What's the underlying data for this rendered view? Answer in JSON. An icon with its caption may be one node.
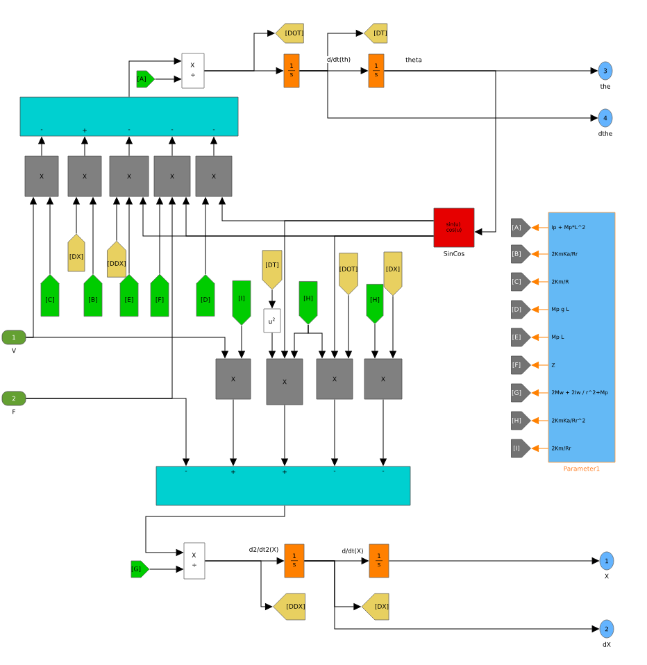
{
  "diagram": {
    "nodes": [
      {
        "text": [
          "-",
          "+",
          "-",
          "-",
          "-"
        ]
      },
      {
        "text": [
          "X",
          "÷"
        ]
      },
      {
        "text": [
          "[A]"
        ]
      },
      {
        "text": [
          "1",
          "s"
        ]
      },
      {
        "text": [
          "[DOT]"
        ]
      },
      {
        "text": [
          "[DT]"
        ]
      },
      {
        "text": [
          "1",
          "s"
        ]
      },
      {
        "text": [
          "3"
        ],
        "beside": [
          "the"
        ]
      },
      {
        "text": [
          "4"
        ],
        "beside": [
          "dthe"
        ]
      },
      {
        "text": [
          "X"
        ]
      },
      {
        "text": [
          "X"
        ]
      },
      {
        "text": [
          "X"
        ]
      },
      {
        "text": [
          "X"
        ]
      },
      {
        "text": [
          "X"
        ]
      },
      {
        "text": [
          "[DX]"
        ]
      },
      {
        "text": [
          "[DDX]"
        ]
      },
      {
        "text": [
          "[C]"
        ]
      },
      {
        "text": [
          "[B]"
        ]
      },
      {
        "text": [
          "[E]"
        ]
      },
      {
        "text": [
          "[F]"
        ]
      },
      {
        "text": [
          "[D]"
        ]
      },
      {
        "text": [
          "sin(u)",
          "cos(u)"
        ],
        "beside": [
          "SinCos"
        ]
      },
      {
        "text": [
          "1"
        ],
        "beside": [
          "V"
        ]
      },
      {
        "text": [
          "2"
        ],
        "beside": [
          "F"
        ]
      },
      {
        "text": [
          "[I]"
        ]
      },
      {
        "text": [
          "[DT]"
        ]
      },
      {
        "text": [
          "u$^{2}$"
        ]
      },
      {
        "text": [
          "[H]"
        ]
      },
      {
        "text": [
          "[DOT]"
        ]
      },
      {
        "text": [
          "[H]"
        ]
      },
      {
        "text": [
          "[DX]"
        ]
      },
      {
        "text": [
          "X"
        ]
      },
      {
        "text": [
          "X"
        ]
      },
      {
        "text": [
          "X"
        ]
      },
      {
        "text": [
          "X"
        ]
      },
      {
        "text": [
          "Ip + Mp*L^2",
          "2KmKa/Rr",
          "2Km/R",
          "Mp g L",
          "Mp L",
          "Z",
          "2Mw + 2Iw / r^2+Mp",
          "2KmKa/Rr^2",
          "2Km/Rr"
        ],
        "beside": [
          "Parameter1"
        ]
      },
      {
        "text": [
          "[A]"
        ]
      },
      {
        "text": [
          "[B]"
        ]
      },
      {
        "text": [
          "[C]"
        ]
      },
      {
        "text": [
          "[D]"
        ]
      },
      {
        "text": [
          "[E]"
        ]
      },
      {
        "text": [
          "[F]"
        ]
      },
      {
        "text": [
          "[G]"
        ]
      },
      {
        "text": [
          "[H]"
        ]
      },
      {
        "text": [
          "[I]"
        ]
      },
      {
        "text": [
          "-",
          "+",
          "+",
          "-",
          "-"
        ]
      },
      {
        "text": [
          "[G]"
        ]
      },
      {
        "text": [
          "X",
          "÷"
        ]
      },
      {
        "text": [
          "1",
          "s"
        ]
      },
      {
        "text": [
          "[DDX]"
        ]
      },
      {
        "text": [
          "1",
          "s"
        ]
      },
      {
        "text": [
          "[DX]"
        ]
      },
      {
        "text": [
          "1"
        ],
        "beside": [
          "X"
        ]
      },
      {
        "text": [
          "2"
        ],
        "beside": [
          "dX"
        ]
      }
    ],
    "edges": [
      {
        "from": 0,
        "to": 1,
        "arrow": "to"
      },
      {
        "from": 2,
        "to": 1,
        "arrow": "to"
      },
      {
        "from": 1,
        "to": 3,
        "arrow": "to"
      },
      {
        "from": 1,
        "to": 4,
        "arrow": "to"
      },
      {
        "from": 3,
        "to": 6,
        "arrow": "to",
        "label": "d/dt(th)"
      },
      {
        "from": 3,
        "to": 5,
        "arrow": "to"
      },
      {
        "from": 3,
        "to": 8,
        "arrow": "to"
      },
      {
        "from": 6,
        "to": 7,
        "arrow": "to",
        "label": "theta"
      },
      {
        "from": 6,
        "to": 21,
        "arrow": "to"
      },
      {
        "from": 9,
        "to": 0,
        "arrow": "to"
      },
      {
        "from": 10,
        "to": 0,
        "arrow": "to"
      },
      {
        "from": 11,
        "to": 0,
        "arrow": "to"
      },
      {
        "from": 12,
        "to": 0,
        "arrow": "to"
      },
      {
        "from": 13,
        "to": 0,
        "arrow": "to"
      },
      {
        "from": 22,
        "to": 9,
        "arrow": "to"
      },
      {
        "from": 16,
        "to": 9,
        "arrow": "to"
      },
      {
        "from": 14,
        "to": 10,
        "arrow": "to"
      },
      {
        "from": 17,
        "to": 10,
        "arrow": "to"
      },
      {
        "from": 15,
        "to": 11,
        "arrow": "to"
      },
      {
        "from": 18,
        "to": 11,
        "arrow": "to"
      },
      {
        "from": 21,
        "to": 11,
        "arrow": "to"
      },
      {
        "from": 19,
        "to": 12,
        "arrow": "to"
      },
      {
        "from": 23,
        "to": 12,
        "arrow": "to"
      },
      {
        "from": 21,
        "to": 12,
        "arrow": "to"
      },
      {
        "from": 20,
        "to": 13,
        "arrow": "to"
      },
      {
        "from": 21,
        "to": 13,
        "arrow": "to"
      },
      {
        "from": 22,
        "to": 31,
        "arrow": "to"
      },
      {
        "from": 24,
        "to": 31,
        "arrow": "to"
      },
      {
        "from": 25,
        "to": 26,
        "arrow": "to"
      },
      {
        "from": 26,
        "to": 32,
        "arrow": "to"
      },
      {
        "from": 21,
        "to": 32,
        "arrow": "to"
      },
      {
        "from": 27,
        "to": 32,
        "arrow": "to"
      },
      {
        "from": 27,
        "to": 33,
        "arrow": "to"
      },
      {
        "from": 21,
        "to": 33,
        "arrow": "to"
      },
      {
        "from": 28,
        "to": 33,
        "arrow": "to"
      },
      {
        "from": 29,
        "to": 34,
        "arrow": "to"
      },
      {
        "from": 30,
        "to": 34,
        "arrow": "to"
      },
      {
        "from": 23,
        "to": 45,
        "arrow": "to"
      },
      {
        "from": 31,
        "to": 45,
        "arrow": "to"
      },
      {
        "from": 32,
        "to": 45,
        "arrow": "to"
      },
      {
        "from": 33,
        "to": 45,
        "arrow": "to"
      },
      {
        "from": 34,
        "to": 45,
        "arrow": "to"
      },
      {
        "from": 45,
        "to": 47,
        "arrow": "to"
      },
      {
        "from": 46,
        "to": 47,
        "arrow": "to"
      },
      {
        "from": 47,
        "to": 48,
        "arrow": "to",
        "label": "d2/dt2(X)"
      },
      {
        "from": 47,
        "to": 49,
        "arrow": "to"
      },
      {
        "from": 48,
        "to": 50,
        "arrow": "to",
        "label": "d/dt(X)"
      },
      {
        "from": 48,
        "to": 51,
        "arrow": "to"
      },
      {
        "from": 48,
        "to": 53,
        "arrow": "to"
      },
      {
        "from": 50,
        "to": 52,
        "arrow": "to"
      },
      {
        "from": 35,
        "to": 36,
        "arrow": "to",
        "color": "#ff8000"
      },
      {
        "from": 35,
        "to": 37,
        "arrow": "to",
        "color": "#ff8000"
      },
      {
        "from": 35,
        "to": 38,
        "arrow": "to",
        "color": "#ff8000"
      },
      {
        "from": 35,
        "to": 39,
        "arrow": "to",
        "color": "#ff8000"
      },
      {
        "from": 35,
        "to": 40,
        "arrow": "to",
        "color": "#ff8000"
      },
      {
        "from": 35,
        "to": 41,
        "arrow": "to",
        "color": "#ff8000"
      },
      {
        "from": 35,
        "to": 42,
        "arrow": "to",
        "color": "#ff8000"
      },
      {
        "from": 35,
        "to": 43,
        "arrow": "to",
        "color": "#ff8000"
      },
      {
        "from": 35,
        "to": 44,
        "arrow": "to",
        "color": "#ff8000"
      }
    ]
  }
}
